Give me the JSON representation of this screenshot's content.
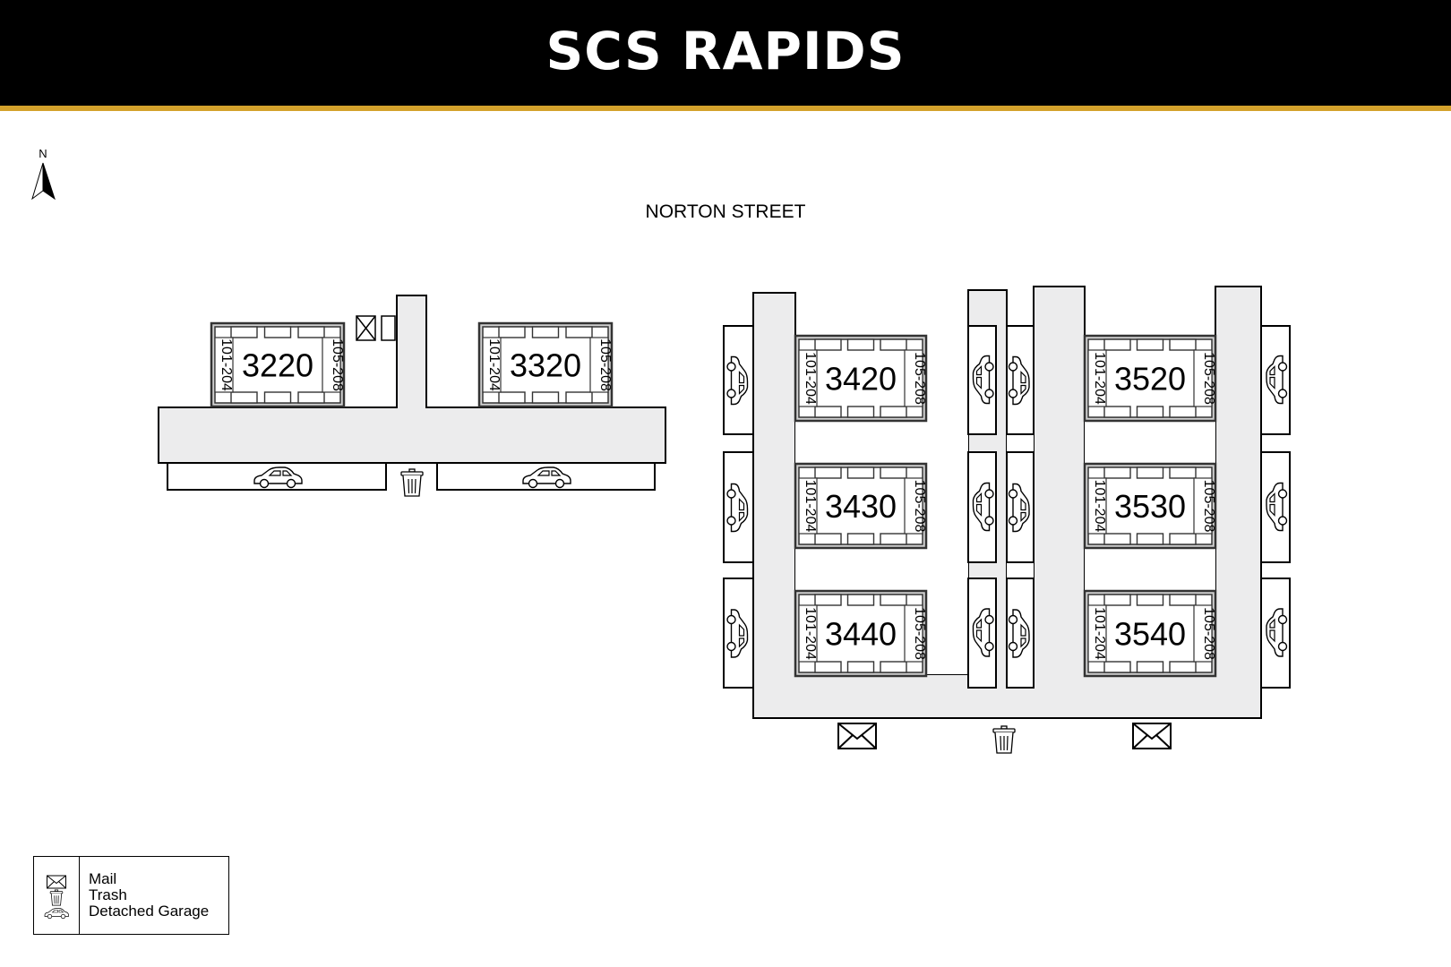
{
  "title": "SCS RAPIDS",
  "street": "NORTON STREET",
  "north_label": "N",
  "colors": {
    "header_bg": "#000000",
    "accent": "#d4a22c",
    "road": "#ececed",
    "outline": "#333333"
  },
  "buildings": [
    {
      "number": "3220",
      "left_units": "101-204",
      "right_units": "105-208"
    },
    {
      "number": "3320",
      "left_units": "101-204",
      "right_units": "105-208"
    },
    {
      "number": "3420",
      "left_units": "101-204",
      "right_units": "105-208"
    },
    {
      "number": "3430",
      "left_units": "101-204",
      "right_units": "105-208"
    },
    {
      "number": "3440",
      "left_units": "101-204",
      "right_units": "105-208"
    },
    {
      "number": "3520",
      "left_units": "101-204",
      "right_units": "105-208"
    },
    {
      "number": "3530",
      "left_units": "101-204",
      "right_units": "105-208"
    },
    {
      "number": "3540",
      "left_units": "101-204",
      "right_units": "105-208"
    }
  ],
  "legend": {
    "items": [
      {
        "icon": "mail-icon",
        "label": "Mail"
      },
      {
        "icon": "trash-icon",
        "label": "Trash"
      },
      {
        "icon": "garage-car-icon",
        "label": "Detached Garage"
      }
    ]
  }
}
